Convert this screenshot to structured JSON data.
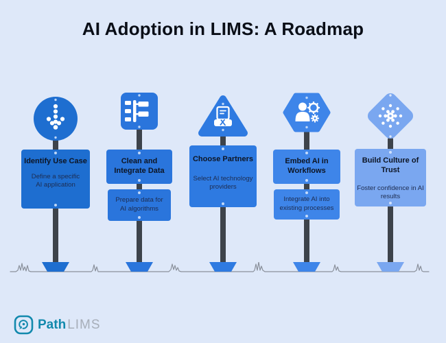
{
  "page": {
    "title": "AI Adoption in LIMS: A Roadmap",
    "title_color": "#0a0e17",
    "background_color": "#dee8f9"
  },
  "steps": [
    {
      "index": 1,
      "shape": "circle",
      "icon": "dotted-arrow-down-icon",
      "color": "#1e6ed0",
      "title": "Identify Use Case",
      "description": "Define a specific AI application"
    },
    {
      "index": 2,
      "shape": "rounded-square",
      "icon": "data-structure-icon",
      "color": "#2a75dc",
      "title": "Clean and Integrate Data",
      "description": "Prepare data for AI algorithms"
    },
    {
      "index": 3,
      "shape": "triangle",
      "icon": "contract-handshake-icon",
      "color": "#2e7ae1",
      "title": "Choose Partners",
      "description": "Select AI technology providers"
    },
    {
      "index": 4,
      "shape": "hexagon",
      "icon": "person-gears-icon",
      "color": "#3e85e9",
      "title": "Embed AI in Workflows",
      "description": "Integrate AI into existing processes"
    },
    {
      "index": 5,
      "shape": "diamond",
      "icon": "gear-network-icon",
      "color": "#7aa7f0",
      "title": "Build Culture of Trust",
      "description": "Foster confidence in AI results"
    }
  ],
  "colors": {
    "pole": "#3d434b",
    "ground": "#8a909b",
    "board_title_text": "#0d1524",
    "board_desc_text": "#1d2c50",
    "screw": "#bdd6f8"
  },
  "footer": {
    "logo_icon": "microscope-badge-icon",
    "brand_bold": "Path",
    "brand_light": "LIMS",
    "brand_bold_color": "#1289ad",
    "brand_light_color": "#a7aeb9"
  }
}
